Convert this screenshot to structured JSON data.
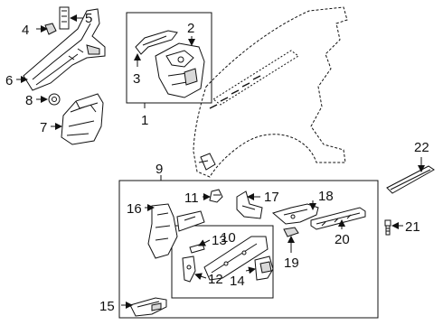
{
  "diagram": {
    "callouts": [
      {
        "id": "1",
        "label": "1"
      },
      {
        "id": "2",
        "label": "2"
      },
      {
        "id": "3",
        "label": "3"
      },
      {
        "id": "4",
        "label": "4"
      },
      {
        "id": "5",
        "label": "5"
      },
      {
        "id": "6",
        "label": "6"
      },
      {
        "id": "7",
        "label": "7"
      },
      {
        "id": "8",
        "label": "8"
      },
      {
        "id": "9",
        "label": "9"
      },
      {
        "id": "10",
        "label": "10"
      },
      {
        "id": "11",
        "label": "11"
      },
      {
        "id": "12",
        "label": "12"
      },
      {
        "id": "13",
        "label": "13"
      },
      {
        "id": "14",
        "label": "14"
      },
      {
        "id": "15",
        "label": "15"
      },
      {
        "id": "16",
        "label": "16"
      },
      {
        "id": "17",
        "label": "17"
      },
      {
        "id": "18",
        "label": "18"
      },
      {
        "id": "19",
        "label": "19"
      },
      {
        "id": "20",
        "label": "20"
      },
      {
        "id": "21",
        "label": "21"
      },
      {
        "id": "22",
        "label": "22"
      }
    ]
  },
  "colors": {
    "line": "#111111",
    "shade": "#d9d9d9",
    "background": "#ffffff"
  }
}
